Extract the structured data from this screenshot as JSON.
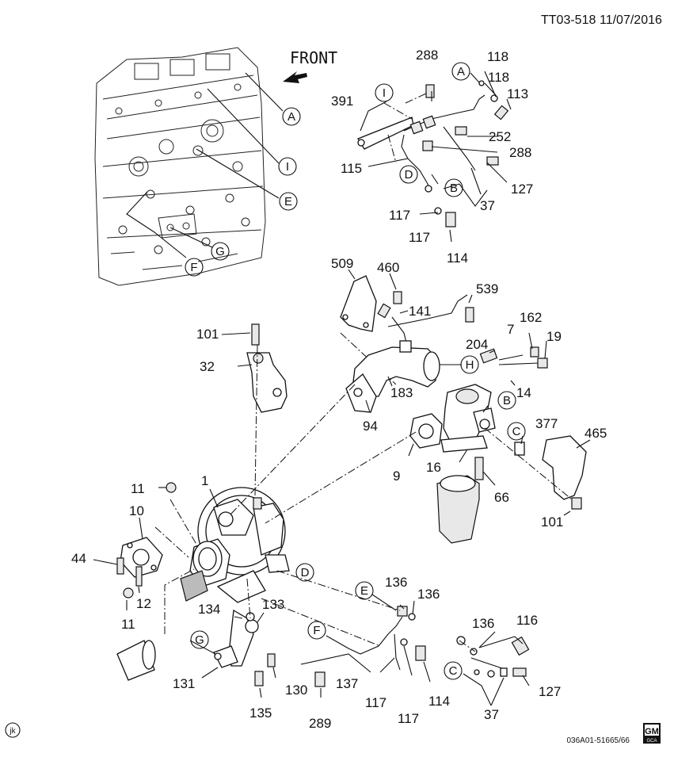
{
  "header": {
    "code": "TT03-518",
    "date": "11/07/2016"
  },
  "front_label": "FRONT",
  "footer": {
    "ref": "036A01-51665/66",
    "badge": "jk",
    "logo_top": "GM",
    "logo_bottom": "GCA"
  },
  "circle_labels": [
    "A",
    "I",
    "E",
    "G",
    "F",
    "A",
    "I",
    "D",
    "B",
    "H",
    "B",
    "C",
    "D",
    "E",
    "F",
    "G",
    "C"
  ],
  "part_numbers": [
    "288",
    "118",
    "118",
    "113",
    "391",
    "252",
    "288",
    "115",
    "127",
    "117",
    "37",
    "117",
    "114",
    "509",
    "460",
    "539",
    "141",
    "101",
    "162",
    "204",
    "7",
    "19",
    "32",
    "183",
    "14",
    "94",
    "377",
    "465",
    "9",
    "16",
    "66",
    "11",
    "1",
    "10",
    "101",
    "44",
    "12",
    "11",
    "136",
    "136",
    "133",
    "134",
    "136",
    "116",
    "131",
    "130",
    "137",
    "289",
    "117",
    "117",
    "114",
    "135",
    "37",
    "127"
  ]
}
